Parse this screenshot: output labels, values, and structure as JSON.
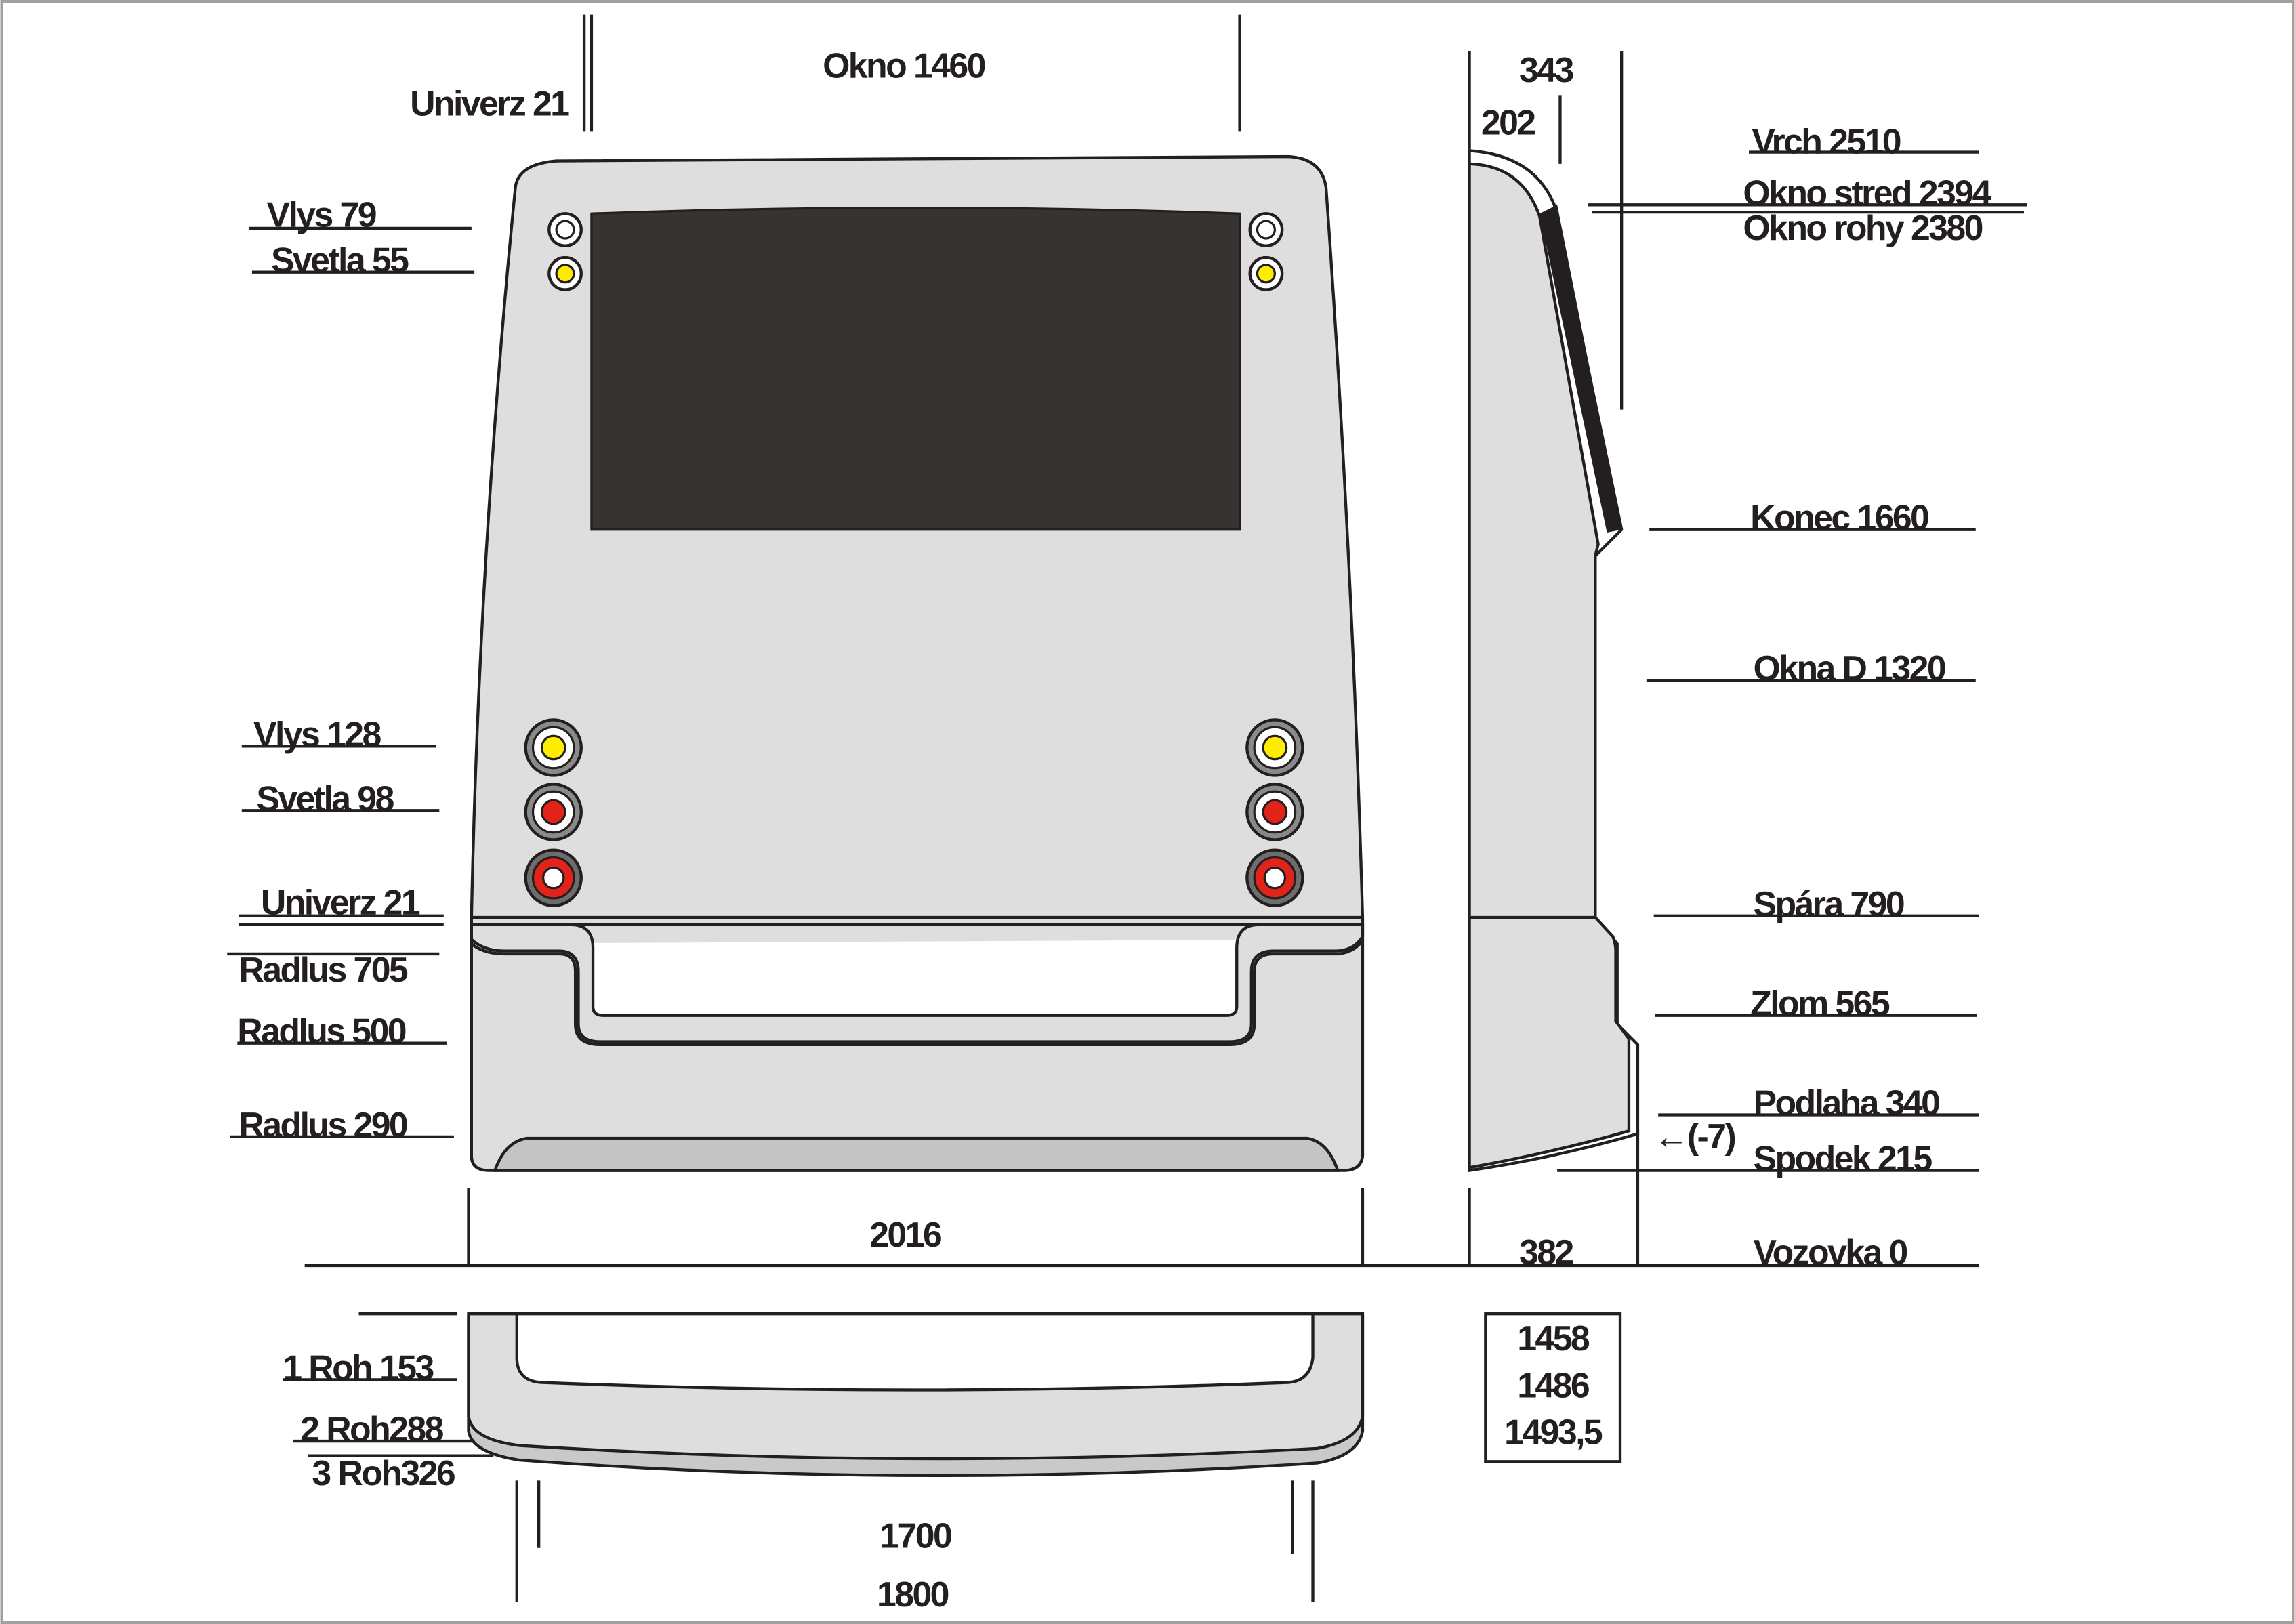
{
  "front_view": {
    "top_labels": {
      "univerz_top": "Univerz 21",
      "okno": "Okno 1460"
    },
    "left_labels": {
      "vlys_79": "Vlys 79",
      "svetla_55": "Svetla 55",
      "vlys_128": "Vlys 128",
      "svetla_98": "Svetla 98",
      "univerz_21": "Univerz 21",
      "radius_705": "Radlus 705",
      "radius_500": "Radlus 500",
      "radius_290": "Radlus 290"
    },
    "width_label": "2016",
    "colors": {
      "body": "#dedede",
      "window": "#373330",
      "light_yellow": "#ffed00",
      "light_red": "#e2231a",
      "light_white": "#ffffff",
      "bumper": "#c4c4c4"
    }
  },
  "side_view": {
    "top_labels": {
      "d343": "343",
      "d202": "202"
    },
    "right_labels": {
      "vrch": "Vrch 2510",
      "okno_stred": "Okno stred 2394",
      "okno_rohy": "Okno rohy 2380",
      "konec": "Konec 1660",
      "okna_d": "Okna D 1320",
      "spara": "Spára 790",
      "zlom": "Zlom 565",
      "podlaha": "Podlaha 340",
      "offset": "←(-7)",
      "spodek": "Spodek 215",
      "vozovka": "Vozovka 0"
    },
    "depth_label": "382",
    "box_values": [
      "1458",
      "1486",
      "1493,5"
    ]
  },
  "plan_view": {
    "labels": {
      "roh1": "1 Roh 153",
      "roh2": "2 Roh288",
      "roh3": "3 Roh326"
    },
    "width_1700": "1700",
    "width_1800": "1800"
  }
}
